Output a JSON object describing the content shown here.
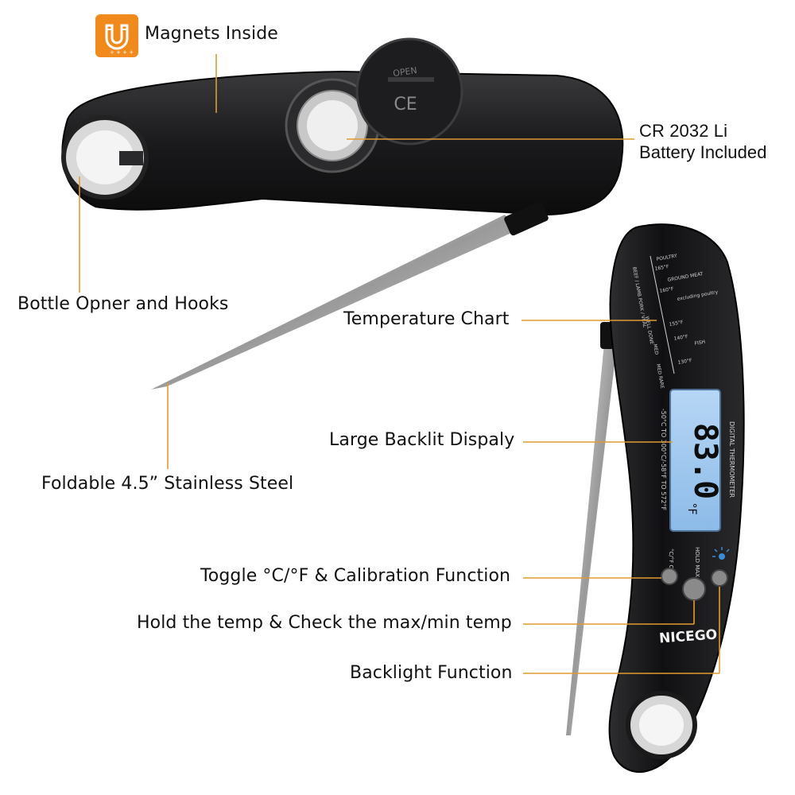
{
  "labels": {
    "magnets": "Magnets Inside",
    "battery_line1": "CR 2032 Li",
    "battery_line2": "Battery Included",
    "bottle": "Bottle Opner and Hooks",
    "temp_chart": "Temperature Chart",
    "display": "Large Backlit Dispaly",
    "steel": "Foldable 4.5” Stainless Steel",
    "toggle": "Toggle °C/°F & Calibration Function",
    "hold": "Hold the temp & Check the max/min temp",
    "backlight": "Backlight Function"
  },
  "device": {
    "brand": "NICEGO",
    "battery_cover_text": "OPEN",
    "ce_mark": "CE",
    "reading": "83.0",
    "unit": "°F",
    "side_text": "DIGITAL THERMOMETER",
    "range_text": "-50°C TO 300°C/-58°F TO 572°F",
    "button_labels": {
      "toggle": "°C/°F CAL",
      "hold": "HOLD MAX MIN"
    },
    "chart": {
      "left_labels": [
        "BEEF / LAMB PORK / VEAL",
        "WELL DONE",
        "MED",
        "MED RARE"
      ],
      "temps": [
        "165°F",
        "160°F",
        "155°F",
        "140°F",
        "130°F"
      ],
      "right_labels": [
        "POULTRY",
        "GROUND MEAT",
        "excluding poultry",
        "FISH"
      ]
    }
  },
  "colors": {
    "leader_line": "#e29a33",
    "magnet_badge": "#f08a1c",
    "body": "#1c1c1e",
    "lcd": "#9fc6ef"
  },
  "icons": [
    "magnet-icon",
    "backlight-bulb-icon"
  ]
}
